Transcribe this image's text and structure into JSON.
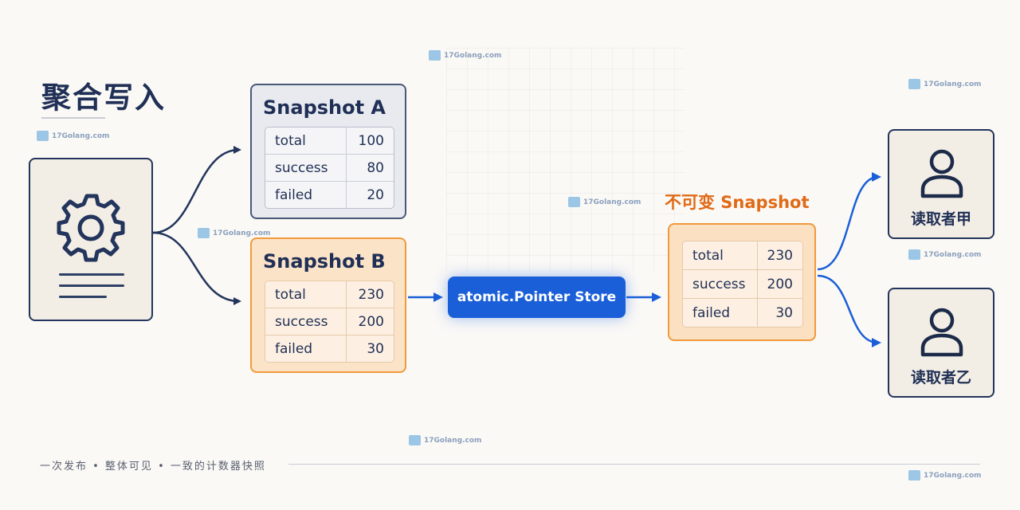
{
  "title": "聚合写入",
  "watermark": "17Golang.com",
  "snapshot_a": {
    "title": "Snapshot A",
    "rows": [
      {
        "key": "total",
        "value": "100"
      },
      {
        "key": "success",
        "value": "80"
      },
      {
        "key": "failed",
        "value": "20"
      }
    ]
  },
  "snapshot_b": {
    "title": "Snapshot B",
    "rows": [
      {
        "key": "total",
        "value": "230"
      },
      {
        "key": "success",
        "value": "200"
      },
      {
        "key": "failed",
        "value": "30"
      }
    ]
  },
  "store_label": "atomic.Pointer Store",
  "immutable": {
    "title": "不可变 Snapshot",
    "rows": [
      {
        "key": "total",
        "value": "230"
      },
      {
        "key": "success",
        "value": "200"
      },
      {
        "key": "failed",
        "value": "30"
      }
    ]
  },
  "readers": [
    "读取者甲",
    "读取者乙"
  ],
  "footer": "一次发布 • 整体可见 • 一致的计数器快照",
  "colors": {
    "navy": "#23355c",
    "orange": "#f09a3c",
    "orange_text": "#e06a16",
    "blue": "#1a5fd8"
  },
  "icons": [
    "gear-icon",
    "document-lines-icon",
    "user-icon"
  ]
}
